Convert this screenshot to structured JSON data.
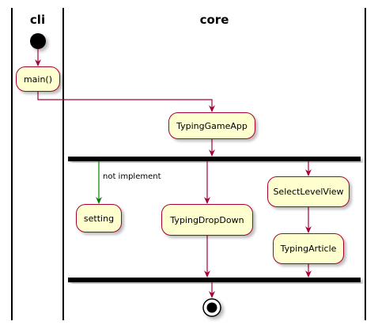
{
  "swimlanes": [
    {
      "id": "cli",
      "title": "cli"
    },
    {
      "id": "core",
      "title": "core"
    }
  ],
  "nodes": {
    "main": "main()",
    "typing_game_app": "TypingGameApp",
    "setting": "setting",
    "typing_drop_down": "TypingDropDown",
    "select_level_view": "SelectLevelView",
    "typing_article": "TypingArticle"
  },
  "edge_labels": {
    "not_implement": "not implement"
  },
  "colors": {
    "node_fill": "#FEFECE",
    "node_border": "#A80036",
    "arrow": "#A80036",
    "arrow_not_implemented": "#008000",
    "lane_border": "#000000",
    "bar": "#000000"
  }
}
